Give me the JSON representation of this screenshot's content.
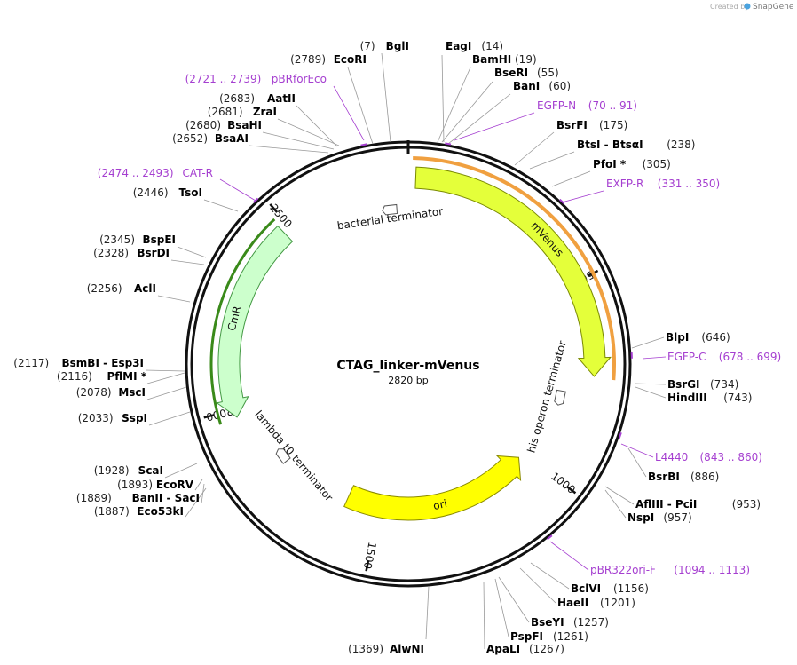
{
  "watermark": {
    "prefix": "Created by",
    "brand": "SnapGene"
  },
  "plasmid": {
    "name": "CTAG_linker-mVenus",
    "length_text": "2820 bp",
    "length": 2820
  },
  "ticks": [
    {
      "pos": 500,
      "label": "500"
    },
    {
      "pos": 1000,
      "label": "1000"
    },
    {
      "pos": 1500,
      "label": "1500"
    },
    {
      "pos": 2000,
      "label": "2000"
    },
    {
      "pos": 2500,
      "label": "2500"
    }
  ],
  "features": [
    {
      "name": "mVenus",
      "start": 18,
      "end": 735,
      "color": "#e4ff3a",
      "stroke": "#7a8a00",
      "direction": 1
    },
    {
      "name": "ori",
      "start": 1020,
      "end": 1600,
      "color": "#ffff00",
      "stroke": "#8a8a00",
      "direction": -1
    },
    {
      "name": "CmR",
      "start": 1980,
      "end": 2480,
      "color": "#ccffcc",
      "stroke": "#449944",
      "direction": -1
    }
  ],
  "terminators": [
    {
      "name": "bacterial terminator",
      "pos": 2770
    },
    {
      "name": "his operon terminator",
      "pos": 800
    },
    {
      "name": "lambda t0 terminator",
      "pos": 1830
    }
  ],
  "sites": {
    "right_top": [
      {
        "name": "EagI",
        "pos_text": "(14)"
      },
      {
        "name": "BamHI",
        "pos_text": "(19)"
      },
      {
        "name": "BseRI",
        "pos_text": "(55)"
      },
      {
        "name": "BanI",
        "pos_text": "(60)"
      },
      {
        "name": "EGFP-N",
        "pos_text": "(70 .. 91)",
        "primer": true
      },
      {
        "name": "BsrFI",
        "pos_text": "(175)"
      },
      {
        "name": "BtsI - BtsαI",
        "pos_text": "(238)"
      },
      {
        "name": "PfoI *",
        "pos_text": "(305)"
      },
      {
        "name": "EXFP-R",
        "pos_text": "(331 .. 350)",
        "primer": true
      }
    ],
    "right_mid": [
      {
        "name": "BlpI",
        "pos_text": "(646)"
      },
      {
        "name": "EGFP-C",
        "pos_text": "(678 .. 699)",
        "primer": true
      },
      {
        "name": "BsrGI",
        "pos_text": "(734)"
      },
      {
        "name": "HindIII",
        "pos_text": "(743)"
      },
      {
        "name": "L4440",
        "pos_text": "(843 .. 860)",
        "primer": true
      },
      {
        "name": "BsrBI",
        "pos_text": "(886)"
      },
      {
        "name": "AflIII - PciI",
        "pos_text": "(953)"
      },
      {
        "name": "NspI",
        "pos_text": "(957)"
      },
      {
        "name": "pBR322ori-F",
        "pos_text": "(1094 .. 1113)",
        "primer": true
      }
    ],
    "bottom": [
      {
        "name": "BclVI",
        "pos_text": "(1156)"
      },
      {
        "name": "HaeII",
        "pos_text": "(1201)"
      },
      {
        "name": "BseYI",
        "pos_text": "(1257)"
      },
      {
        "name": "PspFI",
        "pos_text": "(1261)"
      },
      {
        "name": "ApaLI",
        "pos_text": "(1267)"
      },
      {
        "name": "AlwNI",
        "pos_text": "(1369)"
      }
    ],
    "left": [
      {
        "name": "BglI",
        "pos_text": "(7)"
      },
      {
        "name": "EcoRI",
        "pos_text": "(2789)"
      },
      {
        "name": "pBRforEco",
        "pos_text": "(2721 .. 2739)",
        "primer": true
      },
      {
        "name": "AatII",
        "pos_text": "(2683)"
      },
      {
        "name": "ZraI",
        "pos_text": "(2681)"
      },
      {
        "name": "BsaHI",
        "pos_text": "(2680)"
      },
      {
        "name": "BsaAI",
        "pos_text": "(2652)"
      },
      {
        "name": "CAT-R",
        "pos_text": "(2474 .. 2493)",
        "primer": true
      },
      {
        "name": "TsoI",
        "pos_text": "(2446)"
      },
      {
        "name": "BspEI",
        "pos_text": "(2345)"
      },
      {
        "name": "BsrDI",
        "pos_text": "(2328)"
      },
      {
        "name": "AclI",
        "pos_text": "(2256)"
      },
      {
        "name": "BsmBI - Esp3I",
        "pos_text": "(2117)"
      },
      {
        "name": "PflMI *",
        "pos_text": "(2116)"
      },
      {
        "name": "MscI",
        "pos_text": "(2078)"
      },
      {
        "name": "SspI",
        "pos_text": "(2033)"
      },
      {
        "name": "ScaI",
        "pos_text": "(1928)"
      },
      {
        "name": "EcoRV",
        "pos_text": "(1893)"
      },
      {
        "name": "BanII - SacI",
        "pos_text": "(1889)"
      },
      {
        "name": "Eco53kI",
        "pos_text": "(1887)"
      }
    ]
  }
}
